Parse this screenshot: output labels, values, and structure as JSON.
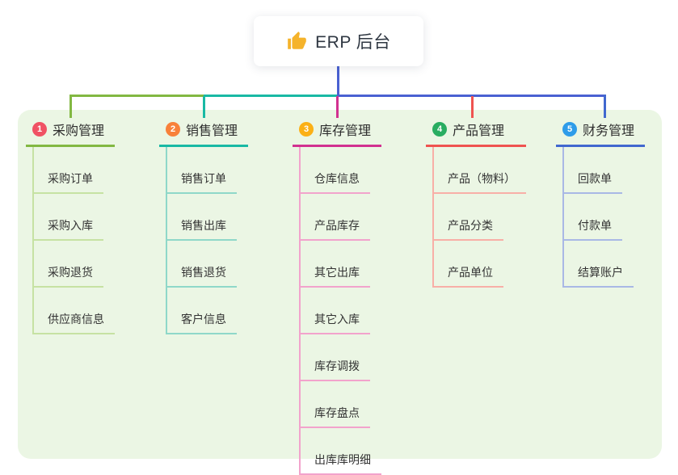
{
  "root": {
    "label": "ERP 后台",
    "icon": "thumbs-up-icon",
    "icon_color": "#f5b32b",
    "line_color": "#4a61d2"
  },
  "panel": {
    "bg_color": "#ebf6e4"
  },
  "branches": [
    {
      "number": "1",
      "label": "采购管理",
      "badge_color": "#f05264",
      "line_color": "#82b842",
      "child_line_color": "#c6e2a3",
      "children": [
        "采购订单",
        "采购入库",
        "采购退货",
        "供应商信息"
      ]
    },
    {
      "number": "2",
      "label": "销售管理",
      "badge_color": "#f8813a",
      "line_color": "#19b9a4",
      "child_line_color": "#8fd8c9",
      "children": [
        "销售订单",
        "销售出库",
        "销售退货",
        "客户信息"
      ]
    },
    {
      "number": "3",
      "label": "库存管理",
      "badge_color": "#fbb016",
      "line_color": "#d23190",
      "child_line_color": "#f2a3cc",
      "children": [
        "仓库信息",
        "产品库存",
        "其它出库",
        "其它入库",
        "库存调拨",
        "库存盘点",
        "出库库明细"
      ]
    },
    {
      "number": "4",
      "label": "产品管理",
      "badge_color": "#29ad61",
      "line_color": "#ef5350",
      "child_line_color": "#f8afa7",
      "children": [
        "产品（物料）",
        "产品分类",
        "产品单位"
      ]
    },
    {
      "number": "5",
      "label": "财务管理",
      "badge_color": "#2e9ce9",
      "line_color": "#4168cf",
      "child_line_color": "#a9b8e5",
      "children": [
        "回款单",
        "付款单",
        "结算账户"
      ]
    }
  ]
}
